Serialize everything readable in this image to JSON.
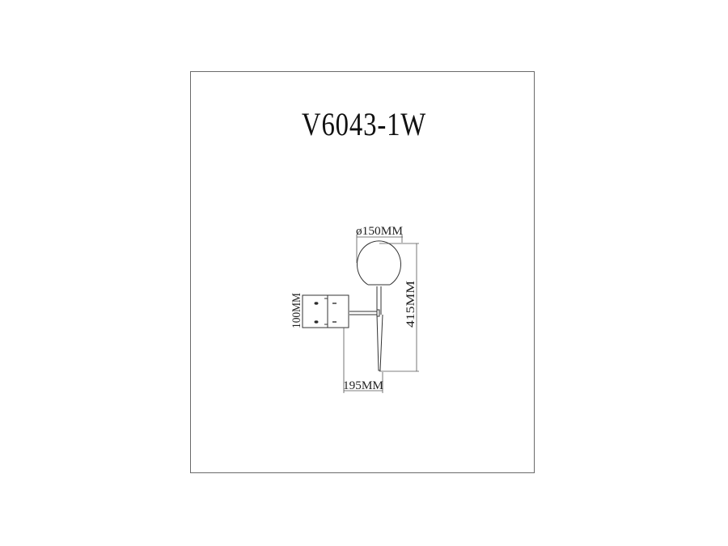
{
  "drawing": {
    "model": "V6043-1W",
    "dimensions": {
      "globe_diameter": "ø150MM",
      "height": "415MM",
      "projection": "195MM",
      "wall_plate_height": "100MM"
    },
    "colors": {
      "line": "#333333",
      "frame": "#6a6a6a",
      "dimension_line": "#555555",
      "background": "#ffffff"
    }
  }
}
